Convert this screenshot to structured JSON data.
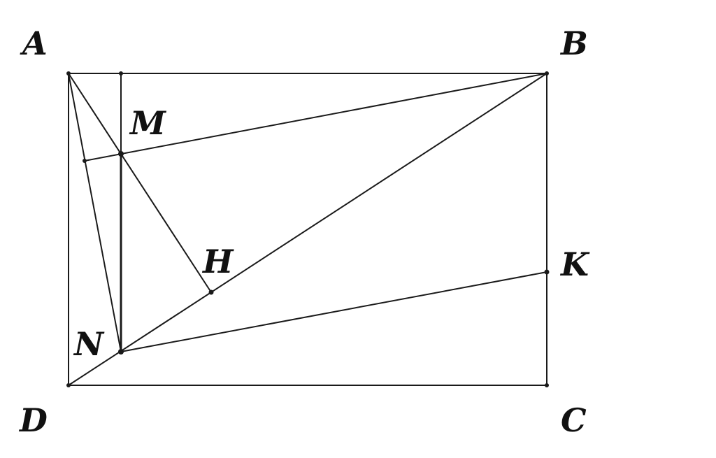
{
  "diagram": {
    "labels": {
      "A": "A",
      "B": "B",
      "C": "C",
      "D": "D",
      "M": "M",
      "N": "N",
      "H": "H",
      "K": "K"
    },
    "stroke_color": "#1a1a1a",
    "background": "#ffffff"
  }
}
